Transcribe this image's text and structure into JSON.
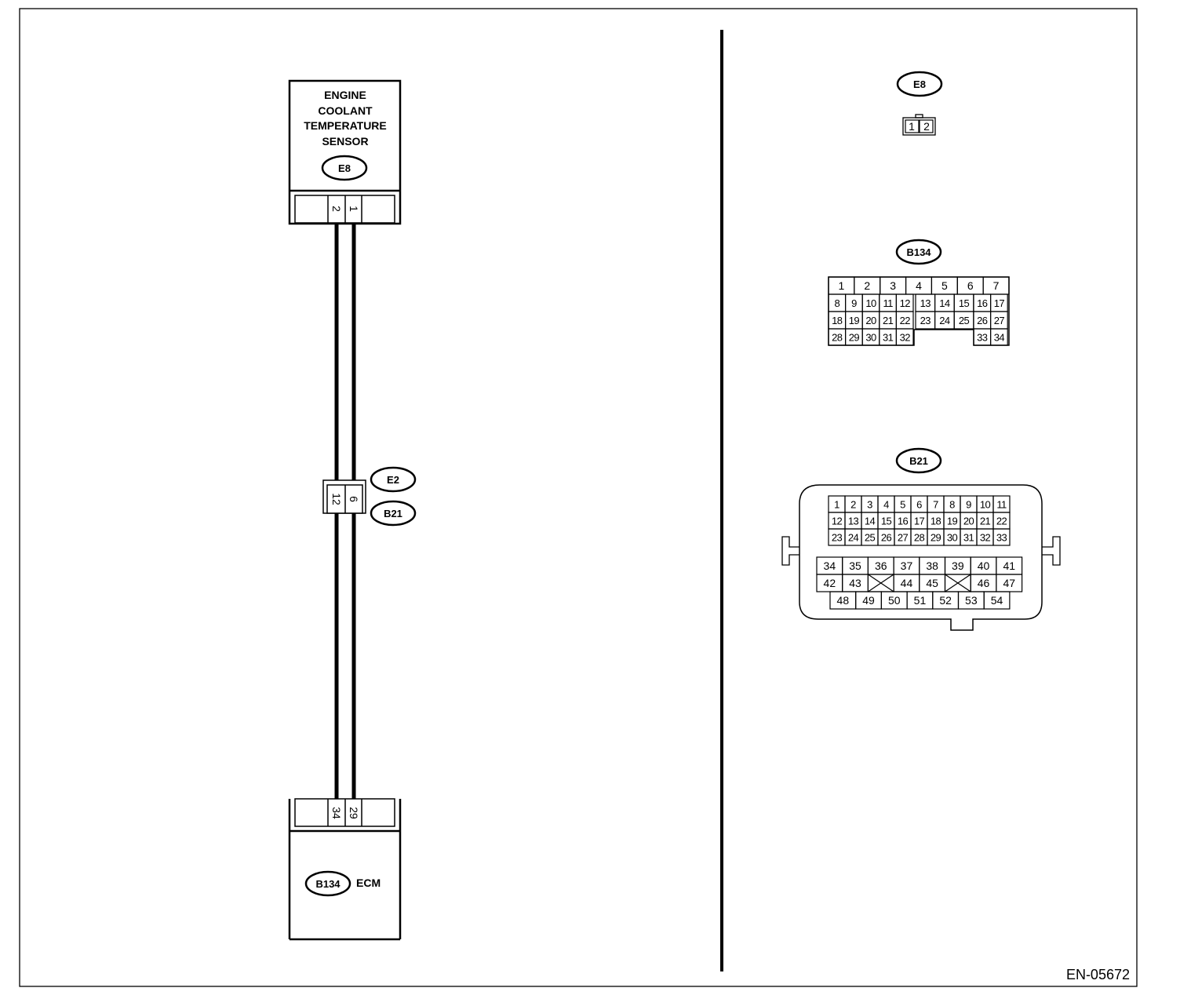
{
  "figure_id": "EN-05672",
  "sensor": {
    "title_lines": [
      "ENGINE",
      "COOLANT",
      "TEMPERATURE",
      "SENSOR"
    ],
    "connector": "E8",
    "terminals": [
      "2",
      "1"
    ]
  },
  "joint": {
    "connector_a": "E2",
    "connector_b": "B21",
    "terminals": [
      "12",
      "6"
    ]
  },
  "ecm": {
    "connector": "B134",
    "name": "ECM",
    "terminals": [
      "34",
      "29"
    ]
  },
  "views": {
    "e8": {
      "label": "E8",
      "pins": [
        "1",
        "2"
      ]
    },
    "b134": {
      "label": "B134",
      "rows": [
        [
          "1",
          "2",
          "3",
          "4",
          "5",
          "6",
          "7"
        ],
        [
          "8",
          "9",
          "10",
          "11",
          "12",
          "13",
          "14",
          "15",
          "16",
          "17"
        ],
        [
          "18",
          "19",
          "20",
          "21",
          "22",
          "23",
          "24",
          "25",
          "26",
          "27"
        ],
        [
          "28",
          "29",
          "30",
          "31",
          "32",
          "33",
          "34"
        ]
      ]
    },
    "b21": {
      "label": "B21",
      "upper_rows": [
        [
          "1",
          "2",
          "3",
          "4",
          "5",
          "6",
          "7",
          "8",
          "9",
          "10",
          "11"
        ],
        [
          "12",
          "13",
          "14",
          "15",
          "16",
          "17",
          "18",
          "19",
          "20",
          "21",
          "22"
        ],
        [
          "23",
          "24",
          "25",
          "26",
          "27",
          "28",
          "29",
          "30",
          "31",
          "32",
          "33"
        ]
      ],
      "lower_rows": [
        [
          "34",
          "35",
          "36",
          "37",
          "38",
          "39",
          "40",
          "41"
        ],
        [
          "42",
          "43",
          "",
          "44",
          "45",
          "",
          "46",
          "47"
        ],
        [
          "48",
          "49",
          "50",
          "51",
          "52",
          "53",
          "54"
        ]
      ]
    }
  }
}
